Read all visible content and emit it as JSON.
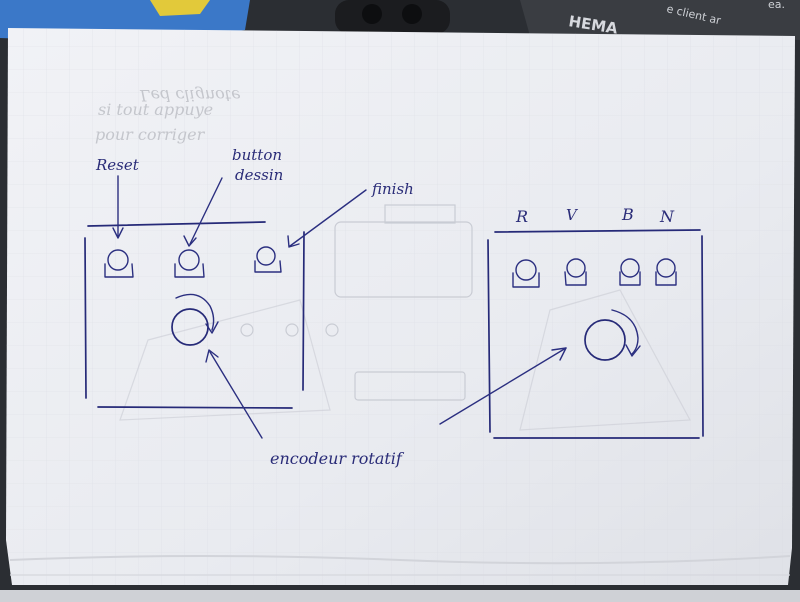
{
  "background_text": {
    "brand": "HEMA",
    "right": "e client ar",
    "corner": "ea."
  },
  "left_panel": {
    "reset_label": "Reset",
    "button_label_line1": "button",
    "button_label_line2": "dessin",
    "finish_label": "finish"
  },
  "right_panel": {
    "labels": [
      "R",
      "V",
      "B",
      "N"
    ]
  },
  "encoder_label": "encodeur rotatif",
  "colors": {
    "ink": "#262a78",
    "paper": "#eceef3",
    "desk": "#2a2d31"
  }
}
